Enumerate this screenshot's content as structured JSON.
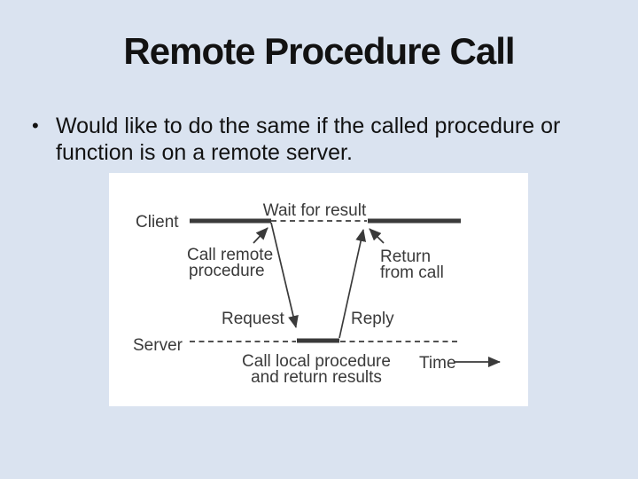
{
  "slide": {
    "title": "Remote Procedure Call",
    "bullet": {
      "marker": "•",
      "lines": [
        "Would like to do the same if the called procedure or",
        "function is on a remote server."
      ]
    }
  },
  "diagram": {
    "labels": {
      "client": "Client",
      "server": "Server",
      "wait_for_result": "Wait for result",
      "call_remote_line1": "Call remote",
      "call_remote_line2": "procedure",
      "request": "Request",
      "reply": "Reply",
      "return_line1": "Return",
      "return_line2": "from call",
      "call_local_line1": "Call local procedure",
      "call_local_line2": "and return results",
      "time": "Time"
    }
  },
  "colors": {
    "background": "#dae3f0",
    "panel": "#ffffff",
    "text": "#121212",
    "diagram_ink": "#3a3a3a"
  }
}
